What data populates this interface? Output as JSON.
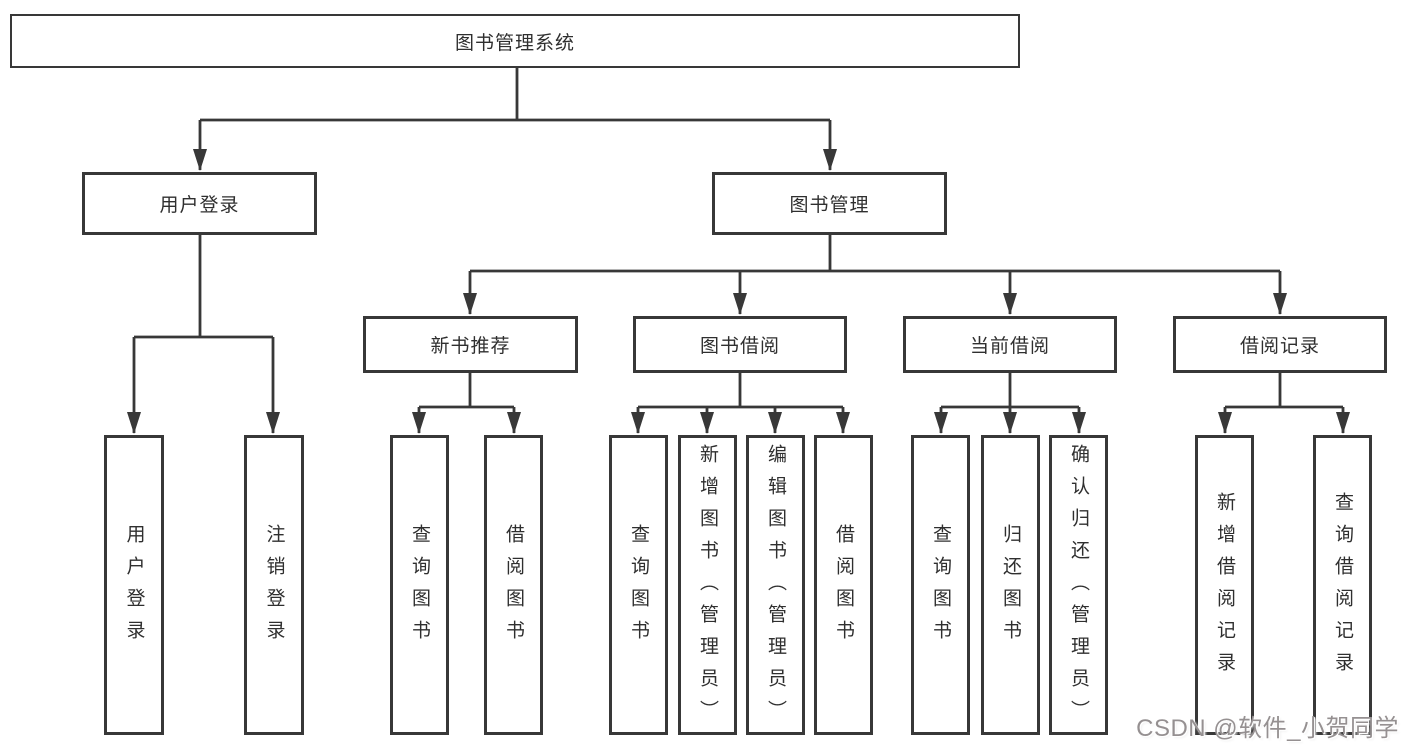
{
  "diagram": {
    "root": {
      "label": "图书管理系统"
    },
    "level2": [
      {
        "label": "用户登录"
      },
      {
        "label": "图书管理"
      }
    ],
    "level3": [
      {
        "label": "新书推荐"
      },
      {
        "label": "图书借阅"
      },
      {
        "label": "当前借阅"
      },
      {
        "label": "借阅记录"
      }
    ],
    "leaves": {
      "user_login": [
        {
          "label": "用户登录"
        },
        {
          "label": "注销登录"
        }
      ],
      "new_book_recommend": [
        {
          "label": "查询图书"
        },
        {
          "label": "借阅图书"
        }
      ],
      "book_borrow": [
        {
          "label": "查询图书"
        },
        {
          "label": "新增图书（管理员）"
        },
        {
          "label": "编辑图书（管理员）"
        },
        {
          "label": "借阅图书"
        }
      ],
      "current_borrow": [
        {
          "label": "查询图书"
        },
        {
          "label": "归还图书"
        },
        {
          "label": "确认归还（管理员）"
        }
      ],
      "borrow_records": [
        {
          "label": "新增借阅记录"
        },
        {
          "label": "查询借阅记录"
        }
      ]
    }
  },
  "watermark": {
    "text": "CSDN @软件_小贺同学"
  },
  "colors": {
    "line": "#383838",
    "text": "#2f2f2f",
    "background": "#ffffff",
    "watermark": "#959091"
  }
}
